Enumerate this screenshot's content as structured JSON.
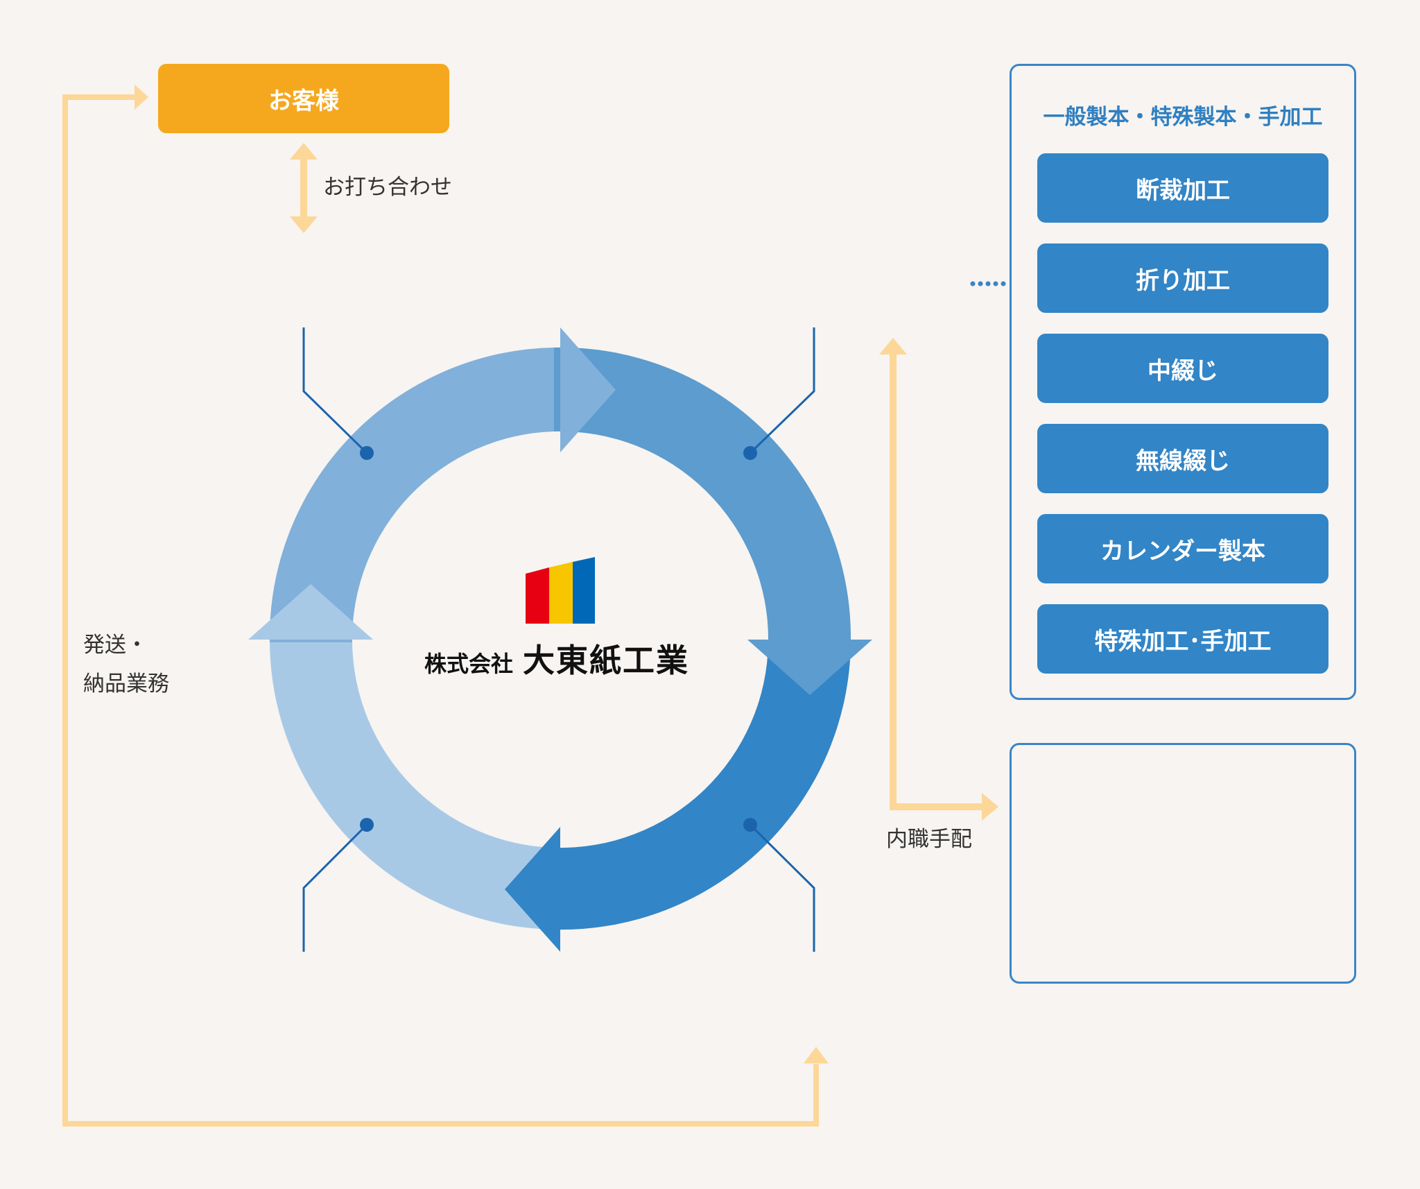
{
  "customer": {
    "label": "お客様"
  },
  "consultation": {
    "label": "お打ち合わせ"
  },
  "delivery": {
    "line1": "発送・",
    "line2": "納品業務"
  },
  "internal_work": {
    "label": "内職手配"
  },
  "company": {
    "prefix": "株式会社",
    "name": "大東紙工業"
  },
  "services": {
    "heading": "一般製本・特殊製本・手加工",
    "items": [
      {
        "label": "断裁加工"
      },
      {
        "label": "折り加工"
      },
      {
        "label": "中綴じ"
      },
      {
        "label": "無線綴じ"
      },
      {
        "label": "カレンダー製本"
      },
      {
        "label": "特殊加工･手加工"
      }
    ]
  },
  "colors": {
    "accent_orange": "#f5a81e",
    "connector_orange": "#fcd797",
    "primary_blue": "#3285c6",
    "logo_red": "#e60012",
    "logo_yellow": "#f7c600",
    "logo_blue": "#0068b7"
  }
}
